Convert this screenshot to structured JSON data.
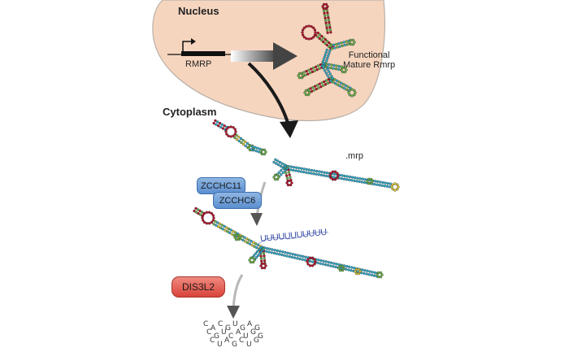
{
  "labels": {
    "nucleus": "Nucleus",
    "cytoplasm": "Cytoplasm",
    "gene": "RMRP",
    "functional_line1": "Functional",
    "functional_line2": "Mature Rmrp",
    "mrp": ".mrp",
    "polyU": "UUUUUUUUUUU"
  },
  "proteins": {
    "zcchc11": "ZCCHC11",
    "zcchc6": "ZCCHC6",
    "dis3l2": "DIS3L2"
  },
  "degraded_nucleotides": [
    "C",
    "A",
    "C",
    "G",
    "U",
    "G",
    "A",
    "G",
    "C",
    "G",
    "U",
    "C",
    "A",
    "U",
    "G",
    "G",
    "C",
    "U",
    "A",
    "G",
    "C",
    "U",
    "G"
  ],
  "colors": {
    "nucleus_fill": "#f6d5bf",
    "nucleus_stroke": "#b9b0a8",
    "blue_protein": "#6d9bd6",
    "red_protein": "#e0564c",
    "rna_cyan": "#2fa8c8",
    "rna_green": "#6bb04a",
    "rna_red": "#b3132b",
    "polyU": "#3c4fa8"
  }
}
